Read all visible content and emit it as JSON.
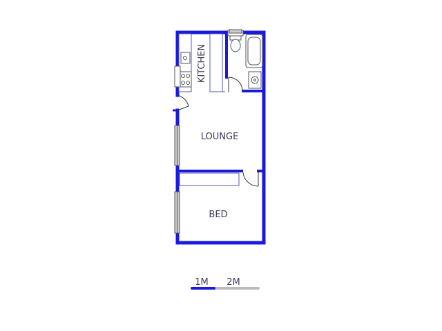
{
  "rooms": {
    "kitchen": "KITCHEN",
    "lounge": "LOUNGE",
    "bed": "BED"
  },
  "scale": {
    "mark_1": "1M",
    "mark_2": "2M"
  },
  "colors": {
    "wall": "#1a1adc",
    "counter": "#5555bb",
    "scale_primary": "#1a1adc",
    "scale_secondary": "#bbbbbb"
  }
}
